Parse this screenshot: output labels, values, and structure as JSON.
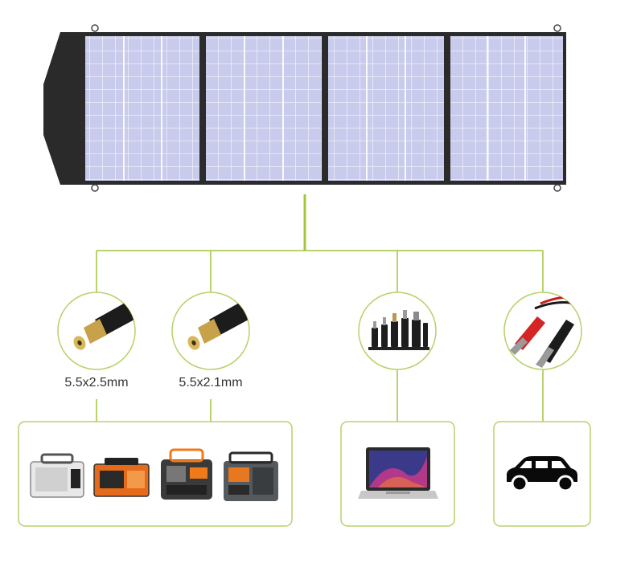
{
  "colors": {
    "connector_line": "#a4c43b",
    "panel_cell": "#c9cbec",
    "panel_cell_line": "#ffffff",
    "panel_frame": "#2b2b2b",
    "box_border": "#b7d16a"
  },
  "connectors": [
    {
      "id": "dc-5525",
      "label": "5.5x2.5mm",
      "icon": "dc-plug-icon"
    },
    {
      "id": "dc-5521",
      "label": "5.5x2.1mm",
      "icon": "dc-plug-icon"
    },
    {
      "id": "laptop-tips",
      "label": "",
      "icon": "laptop-adapter-tips-icon"
    },
    {
      "id": "alligator",
      "label": "",
      "icon": "alligator-clip-icon"
    }
  ],
  "devices": {
    "power_stations": {
      "icon": "power-station-icon",
      "count": 4
    },
    "laptop": {
      "icon": "laptop-icon"
    },
    "car": {
      "icon": "car-icon"
    }
  }
}
